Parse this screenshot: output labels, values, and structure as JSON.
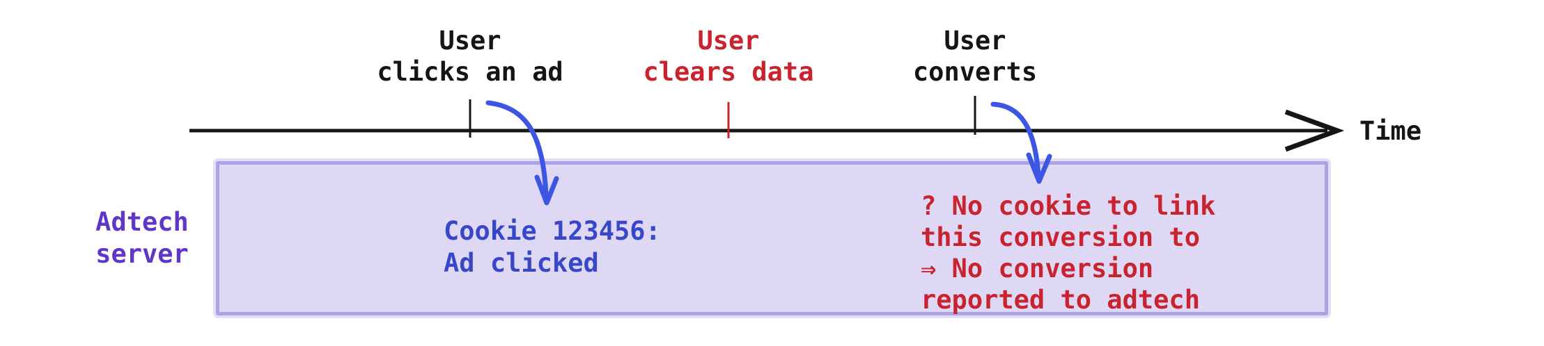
{
  "timeline": {
    "axis_label": "Time",
    "events": [
      {
        "line1": "User",
        "line2": "clicks an ad"
      },
      {
        "line1": "User",
        "line2": "clears data"
      },
      {
        "line1": "User",
        "line2": "converts"
      }
    ]
  },
  "adtech": {
    "label_line1": "Adtech",
    "label_line2": "server"
  },
  "notes": {
    "cookie": {
      "line1": "Cookie 123456:",
      "line2": "Ad clicked"
    },
    "no_cookie": {
      "line1": "? No cookie to link",
      "line2": "this conversion to",
      "line3": "⇒ No conversion",
      "line4": "reported to adtech"
    }
  },
  "colors": {
    "event_default": "#151515",
    "event_cleared": "#c8232f",
    "warning_red": "#c8232f",
    "cookie_blue": "#3847c8",
    "arrow_blue": "#3c55e2",
    "server_purple": "#6036c9",
    "box_fill": "#ded8f4",
    "box_border": "#b0a2e2",
    "axis_black": "#151515"
  }
}
